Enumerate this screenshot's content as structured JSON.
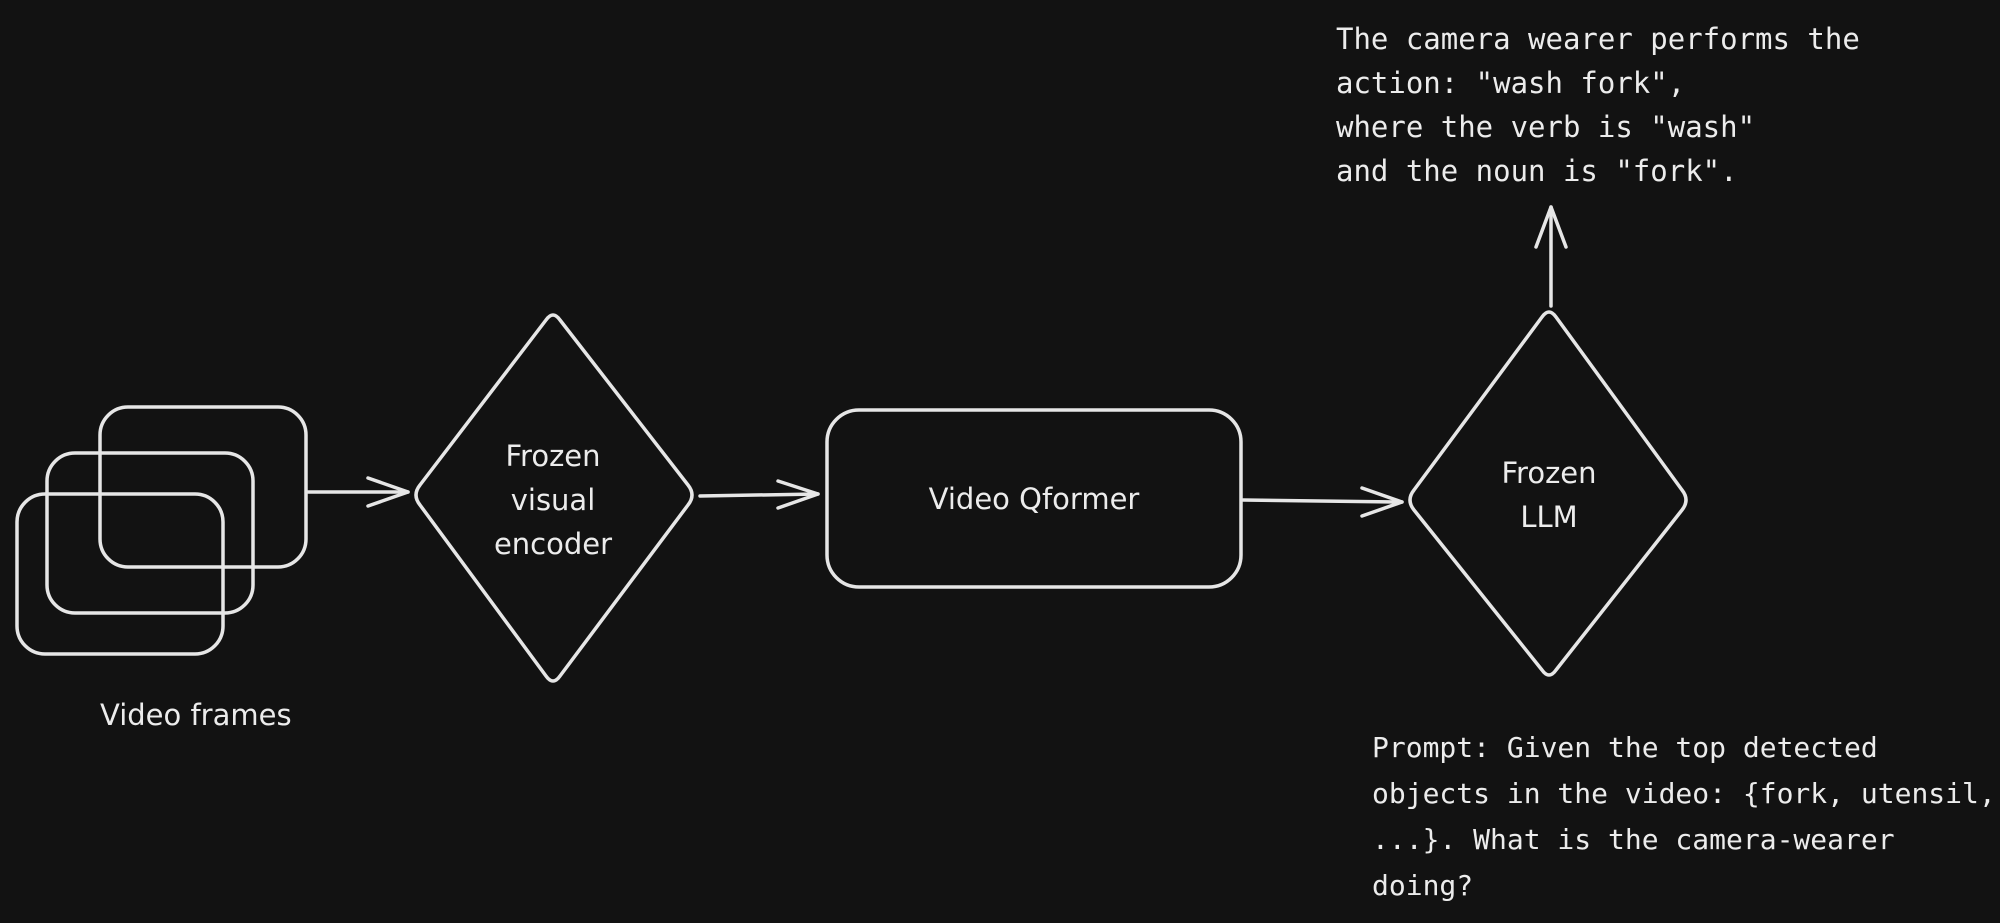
{
  "diagram": {
    "frames_label": "Video frames",
    "encoder_label_lines": [
      "Frozen",
      "visual",
      "encoder"
    ],
    "qformer_label": "Video Qformer",
    "llm_label_lines": [
      "Frozen",
      "LLM"
    ],
    "output_lines": [
      "The camera wearer performs the",
      "action: \"wash fork\",",
      "where the verb is \"wash\"",
      "and the noun is \"fork\"."
    ],
    "prompt_lines": [
      "Prompt: Given the top detected",
      "objects in the video: {fork, utensil,",
      "...}. What is the camera-wearer",
      "doing?"
    ]
  },
  "colors": {
    "background": "#121212",
    "stroke": "#e6e6e6",
    "text": "#ececec"
  }
}
